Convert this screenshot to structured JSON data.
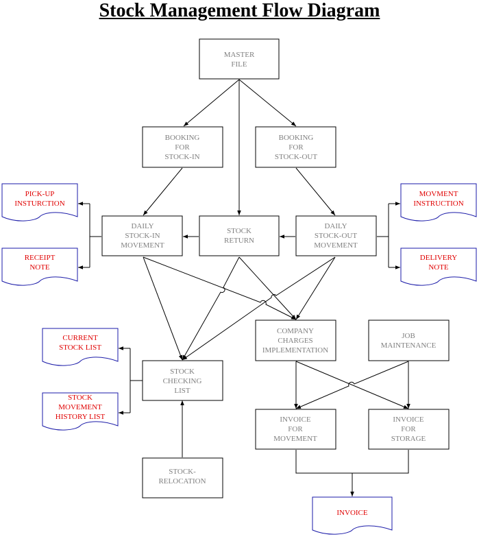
{
  "title": "Stock Management Flow Diagram",
  "nodes": {
    "master_file": {
      "lines": [
        "MASTER",
        "FILE"
      ]
    },
    "booking_in": {
      "lines": [
        "BOOKING",
        "FOR",
        "STOCK-IN"
      ]
    },
    "booking_out": {
      "lines": [
        "BOOKING",
        "FOR",
        "STOCK-OUT"
      ]
    },
    "daily_in": {
      "lines": [
        "DAILY",
        "STOCK-IN",
        "MOVEMENT"
      ]
    },
    "stock_return": {
      "lines": [
        "STOCK",
        "RETURN"
      ]
    },
    "daily_out": {
      "lines": [
        "DAILY",
        "STOCK-OUT",
        "MOVEMENT"
      ]
    },
    "company_charges": {
      "lines": [
        "COMPANY",
        "CHARGES",
        "IMPLEMENTATION"
      ]
    },
    "job_maintenance": {
      "lines": [
        "JOB",
        "MAINTENANCE"
      ]
    },
    "stock_checking": {
      "lines": [
        "STOCK",
        "CHECKING",
        "LIST"
      ]
    },
    "invoice_movement": {
      "lines": [
        "INVOICE",
        "FOR",
        "MOVEMENT"
      ]
    },
    "invoice_storage": {
      "lines": [
        "INVOICE",
        "FOR",
        "STORAGE"
      ]
    },
    "stock_relocation": {
      "lines": [
        "STOCK-",
        "RELOCATION"
      ]
    }
  },
  "documents": {
    "pickup": {
      "lines": [
        "PICK-UP",
        "INSTURCTION"
      ]
    },
    "receipt": {
      "lines": [
        "RECEIPT",
        "NOTE"
      ]
    },
    "movment": {
      "lines": [
        "MOVMENT",
        "INSTRUCTION"
      ]
    },
    "delivery": {
      "lines": [
        "DELIVERY",
        "NOTE"
      ]
    },
    "current_stock": {
      "lines": [
        "CURRENT",
        "STOCK LIST"
      ]
    },
    "history": {
      "lines": [
        "STOCK",
        "MOVEMENT",
        "HISTORY LIST"
      ]
    },
    "invoice": {
      "lines": [
        "INVOICE"
      ]
    }
  }
}
